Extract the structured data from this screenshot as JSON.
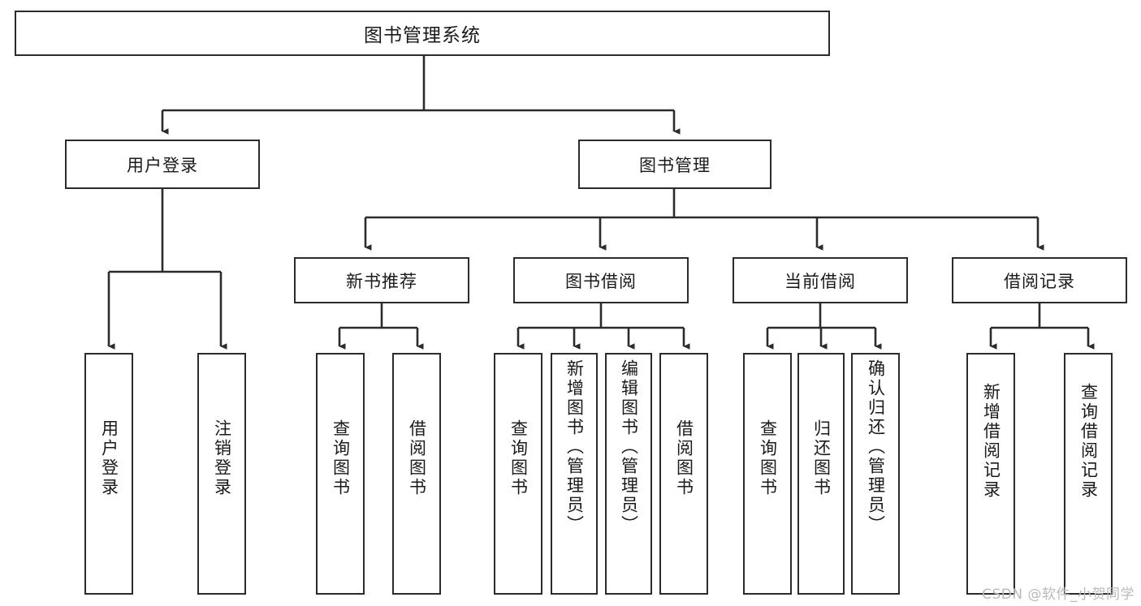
{
  "diagram": {
    "type": "tree-hierarchy",
    "title": "图书管理系统",
    "root": {
      "label": "图书管理系统"
    },
    "level1": [
      {
        "id": "user-login",
        "label": "用户登录"
      },
      {
        "id": "book-management",
        "label": "图书管理"
      }
    ],
    "level2": [
      {
        "id": "new-book-recommend",
        "label": "新书推荐",
        "parent": "book-management"
      },
      {
        "id": "book-borrow",
        "label": "图书借阅",
        "parent": "book-management"
      },
      {
        "id": "current-borrow",
        "label": "当前借阅",
        "parent": "book-management"
      },
      {
        "id": "borrow-record",
        "label": "借阅记录",
        "parent": "book-management"
      }
    ],
    "leaves": [
      {
        "id": "leaf-user-login",
        "label": "用户登录",
        "parent": "user-login"
      },
      {
        "id": "leaf-logout-login",
        "label": "注销登录",
        "parent": "user-login"
      },
      {
        "id": "leaf-query-book-1",
        "label": "查询图书",
        "parent": "new-book-recommend"
      },
      {
        "id": "leaf-borrow-book-1",
        "label": "借阅图书",
        "parent": "new-book-recommend"
      },
      {
        "id": "leaf-query-book-2",
        "label": "查询图书",
        "parent": "book-borrow"
      },
      {
        "id": "leaf-add-book",
        "label": "新增图书（管理员）",
        "parent": "book-borrow"
      },
      {
        "id": "leaf-edit-book",
        "label": "编辑图书（管理员）",
        "parent": "book-borrow"
      },
      {
        "id": "leaf-borrow-book-2",
        "label": "借阅图书",
        "parent": "book-borrow"
      },
      {
        "id": "leaf-query-book-3",
        "label": "查询图书",
        "parent": "current-borrow"
      },
      {
        "id": "leaf-return-book",
        "label": "归还图书",
        "parent": "current-borrow"
      },
      {
        "id": "leaf-confirm-return",
        "label": "确认归还（管理员）",
        "parent": "current-borrow"
      },
      {
        "id": "leaf-add-record",
        "label": "新增借阅记录",
        "parent": "borrow-record"
      },
      {
        "id": "leaf-query-record",
        "label": "查询借阅记录",
        "parent": "borrow-record"
      }
    ],
    "colors": {
      "stroke": "#2b2b2b",
      "background": "#ffffff",
      "text": "#1a1a1a",
      "watermark": "#b9b9b9"
    }
  },
  "watermark": {
    "text": "CSDN @软件_小贺同学"
  }
}
